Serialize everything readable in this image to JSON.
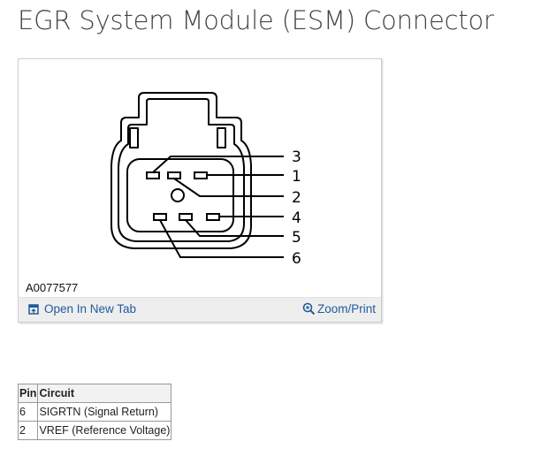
{
  "page": {
    "title": "EGR System Module (ESM) Connector"
  },
  "figure": {
    "id": "A0077577",
    "pin_labels": [
      "3",
      "1",
      "2",
      "4",
      "5",
      "6"
    ],
    "actions": {
      "open_new_tab": "Open In New Tab",
      "zoom_print": "Zoom/Print"
    }
  },
  "table": {
    "headers": [
      "Pin",
      "Circuit"
    ],
    "rows": [
      [
        "6",
        "SIGRTN (Signal Return)"
      ],
      [
        "2",
        "VREF (Reference Voltage)"
      ]
    ]
  },
  "colors": {
    "link": "#1f5b9c",
    "footer_bg": "#eeeeee"
  }
}
